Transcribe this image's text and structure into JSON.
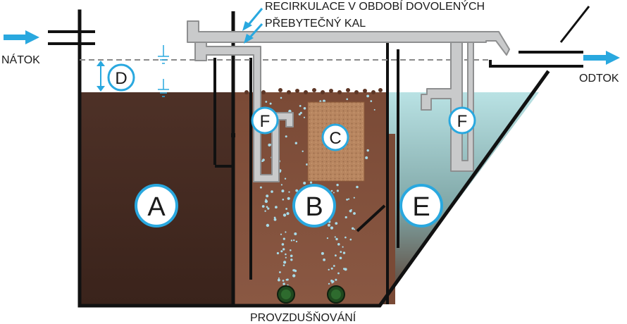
{
  "labels": {
    "inflow": "NÁTOK",
    "outflow": "ODTOK",
    "recirculation": "RECIRKULACE V OBDOBÍ DOVOLENÝCH",
    "excess_sludge": "PŘEBYTEČNÝ KAL",
    "aeration": "PROVZDUŠŇOVÁNÍ"
  },
  "zones": {
    "a": "A",
    "b": "B",
    "c": "C",
    "d": "D",
    "e": "E",
    "f_left": "F",
    "f_right": "F"
  },
  "colors": {
    "settling_sludge": "#4a2e24",
    "activation_sludge": "#7a4a36",
    "clarified_water": "#b9e2e4",
    "pipe": "#c9cacb",
    "arrow": "#29a8df",
    "tag_ring": "#29a8df",
    "filter": "#b07c55"
  }
}
